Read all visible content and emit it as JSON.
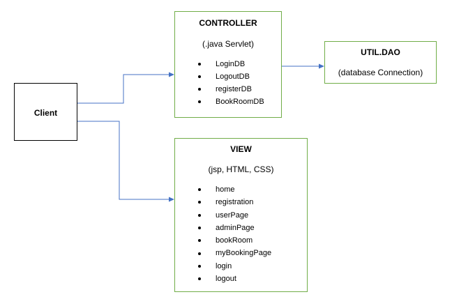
{
  "client": {
    "title": "Client"
  },
  "controller": {
    "title": "CONTROLLER",
    "subtitle": "(.java Servlet)",
    "items": [
      "LoginDB",
      "LogoutDB",
      "registerDB",
      "BookRoomDB"
    ]
  },
  "util": {
    "title": "UTIL.DAO",
    "subtitle": "(database Connection)"
  },
  "view": {
    "title": "VIEW",
    "subtitle": "(jsp, HTML, CSS)",
    "items": [
      "home",
      "registration",
      "userPage",
      "adminPage",
      "bookRoom",
      "myBookingPage",
      "login",
      "logout"
    ]
  },
  "colors": {
    "box_border": "#70ad47",
    "client_border": "#000000",
    "arrow": "#4472c4"
  }
}
